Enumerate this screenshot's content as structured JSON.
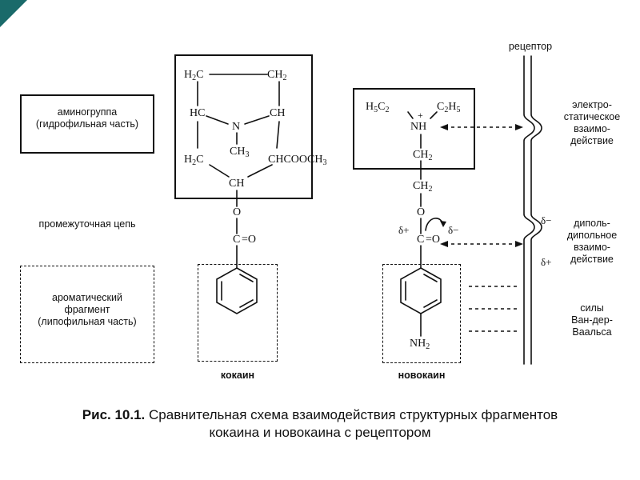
{
  "labels": {
    "aminogroup_1": "аминогруппа",
    "aminogroup_2": "(гидрофильная часть)",
    "chain": "промежуточная цепь",
    "aromatic_1": "ароматический",
    "aromatic_2": "фрагмент",
    "aromatic_3": "(липофильная часть)",
    "cocaine": "кокаин",
    "novocaine": "новокаин",
    "receptor": "рецептор",
    "electro_1": "электро-",
    "electro_2": "статическое",
    "electro_3": "взаимо-",
    "electro_4": "действие",
    "dipole_1": "диполь-",
    "dipole_2": "дипольное",
    "dipole_3": "взаимо-",
    "dipole_4": "действие",
    "vdw_1": "силы",
    "vdw_2": "Ван-дер-",
    "vdw_3": "Ваальса",
    "delta_minus_receptor": "δ−",
    "delta_plus_receptor": "δ+"
  },
  "cocaine_atoms": {
    "h2c_top": "H",
    "ch2_top": "CH",
    "hc": "HC",
    "ch_right": "CH",
    "n": "N",
    "ch3": "CH",
    "h2c_bottom": "H",
    "chcooch3": "CHCOOCH",
    "ch_bottom": "CH",
    "o": "O",
    "c": "C",
    "eq_o": "=O"
  },
  "novocaine_atoms": {
    "h5c2": "H",
    "c2h5": "C",
    "nh": "NH",
    "plus": "+",
    "ch2_a": "CH",
    "ch2_b": "CH",
    "o": "O",
    "c": "C",
    "eq_o": "=O",
    "delta_plus": "δ+",
    "delta_minus": "δ−",
    "nh2": "NH"
  },
  "caption": {
    "bold": "Рис. 10.1.",
    "line1": " Сравнительная схема взаимодействия структурных фрагментов",
    "line2": "кокаина и новокаина с рецептором"
  }
}
